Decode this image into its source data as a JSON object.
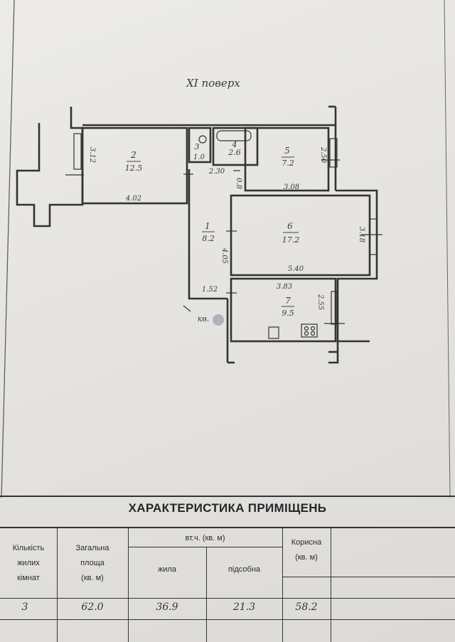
{
  "floor_label": "ХІ поверх",
  "rooms": [
    {
      "number": "2",
      "area": "12.5"
    },
    {
      "number": "3",
      "area": "1.0"
    },
    {
      "number": "4",
      "area": "2.6"
    },
    {
      "number": "5",
      "area": "7.2"
    },
    {
      "number": "1",
      "area": "8.2"
    },
    {
      "number": "6",
      "area": "17.2"
    },
    {
      "number": "7",
      "area": "9.5"
    }
  ],
  "dimensions": {
    "d_312": "3.12",
    "d_402": "4.02",
    "d_230": "2.30",
    "d_250": "2.50",
    "d_308": "3.08",
    "d_08": "0.8",
    "d_405": "4.05",
    "d_540": "5.40",
    "d_318": "3.18",
    "d_152": "1.52",
    "d_383": "3.83",
    "d_255": "2.55"
  },
  "entrance_label": "кв.",
  "table": {
    "title": "ХАРАКТЕРИСТИКА ПРИМІЩЕНЬ",
    "headers": {
      "rooms_count": [
        "Кількість",
        "жилих",
        "кімнат"
      ],
      "total_area": [
        "Загальна",
        "площа",
        "(кв. м)"
      ],
      "incl": "вт.ч. (кв. м)",
      "living": "жила",
      "auxiliary": "підсобна",
      "useful": [
        "Корисна",
        "(кв. м)"
      ]
    },
    "values": {
      "rooms_count": "3",
      "total_area": "62.0",
      "living": "36.9",
      "auxiliary": "21.3",
      "useful": "58.2"
    }
  }
}
